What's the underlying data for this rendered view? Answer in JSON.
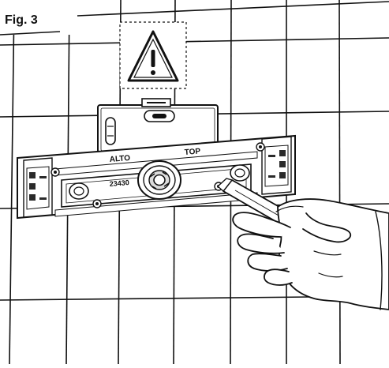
{
  "figure": {
    "label": "Fig. 3"
  },
  "warning": {
    "icon": "warning-triangle-icon",
    "symbol": "!"
  },
  "template": {
    "text_left": "ALTO",
    "text_right": "TOP",
    "code": "23430"
  },
  "colors": {
    "line": "#111111",
    "background": "#ffffff",
    "slot_fill": "#2a2a2a",
    "shade": "#dcdcdc"
  }
}
